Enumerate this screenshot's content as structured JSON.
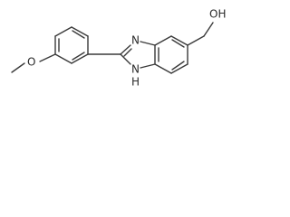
{
  "structure": {
    "labels": {
      "methoxy": "O",
      "hydroxyl": "OH",
      "imine_nitrogen": "N",
      "amine_nitrogen": "N",
      "amine_hydrogen": "H"
    }
  }
}
